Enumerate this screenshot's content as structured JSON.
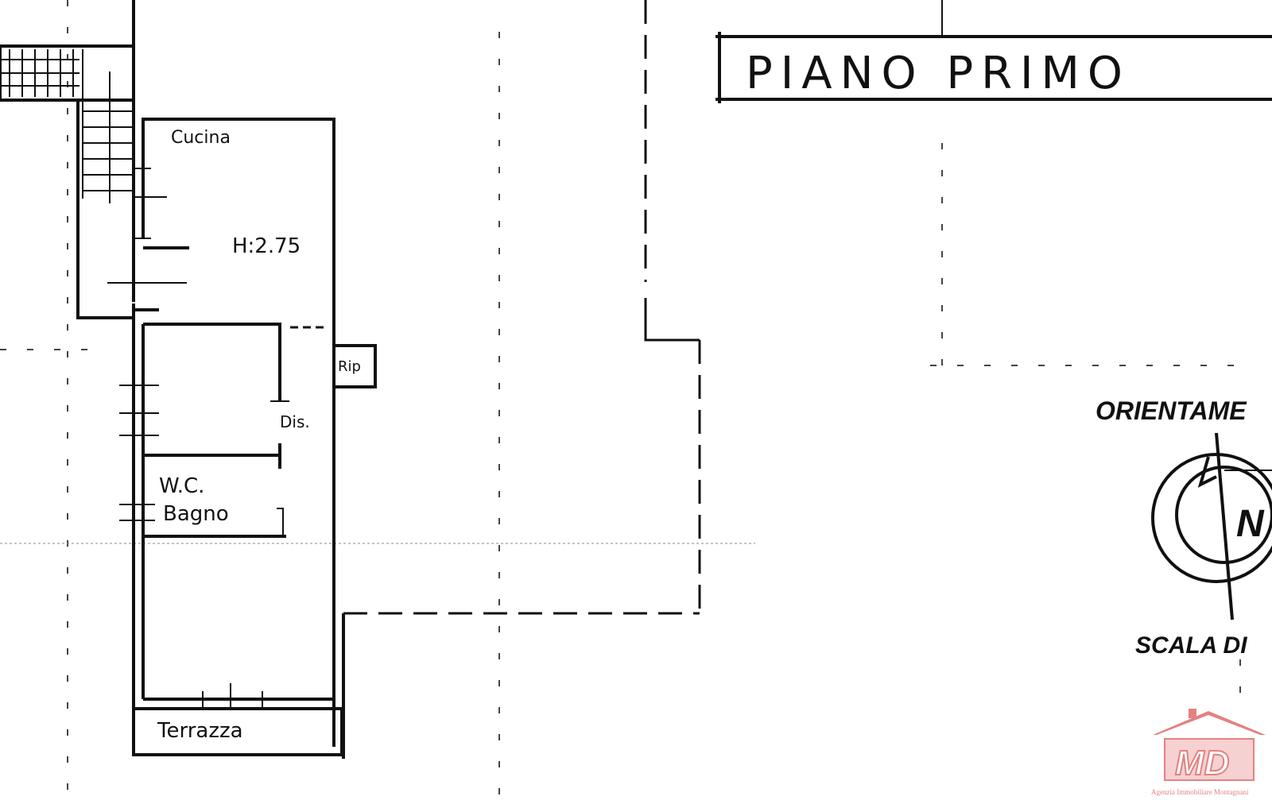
{
  "title": "PIANO PRIMO",
  "rooms": {
    "cucina": "Cucina",
    "height": "H:2.75",
    "rip": "Rip",
    "dis": "Dis.",
    "wc": "W.C.",
    "bagno": "Bagno",
    "terrazza": "Terrazza"
  },
  "orientation_label": "ORIENTAME",
  "scale_label": "SCALA DI",
  "north_letter": "N",
  "logo": {
    "initials": "MD",
    "subtitle": "Agenzia Immobiliare Montagnani",
    "color": "#e06c6c"
  }
}
